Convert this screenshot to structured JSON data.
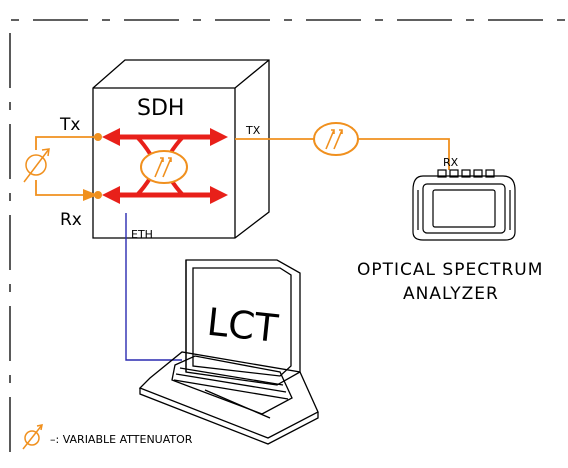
{
  "diagram": {
    "sdh_label": "SDH",
    "ports": {
      "tx_left": "Tx",
      "rx_left": "Rx",
      "tx_right": "TX",
      "eth": "ETH",
      "rx_analyzer": "RX"
    },
    "lct_label": "LCT",
    "analyzer_label_line1": "OPTICAL SPECTRUM",
    "analyzer_label_line2": "ANALYZER",
    "legend_text": "–: VARIABLE ATTENUATOR",
    "colors": {
      "fiber": "#f0901e",
      "arrows": "#e8201a",
      "ethernet": "#2a2ab0",
      "outline": "#000000"
    }
  }
}
